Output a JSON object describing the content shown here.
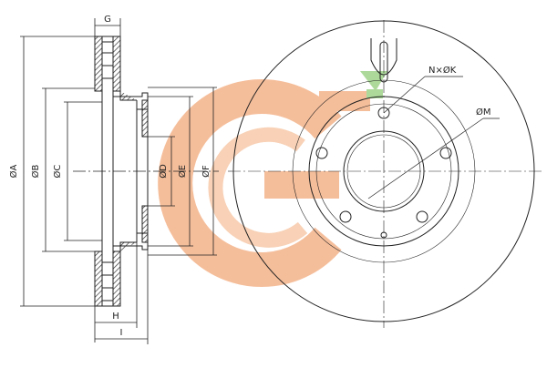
{
  "labels": {
    "A": "ØA",
    "B": "ØB",
    "C": "ØC",
    "D": "ØD",
    "E": "ØE",
    "F": "ØF",
    "G": "G",
    "H": "H",
    "I": "I",
    "NK": "N×ØK",
    "M": "ØM"
  },
  "colors": {
    "line": "#222222",
    "hatch": "#333333",
    "watermark_orange": "#f4b38a",
    "watermark_green": "#9fd48a"
  },
  "watermark": {
    "icon": "company-logo-watermark"
  }
}
